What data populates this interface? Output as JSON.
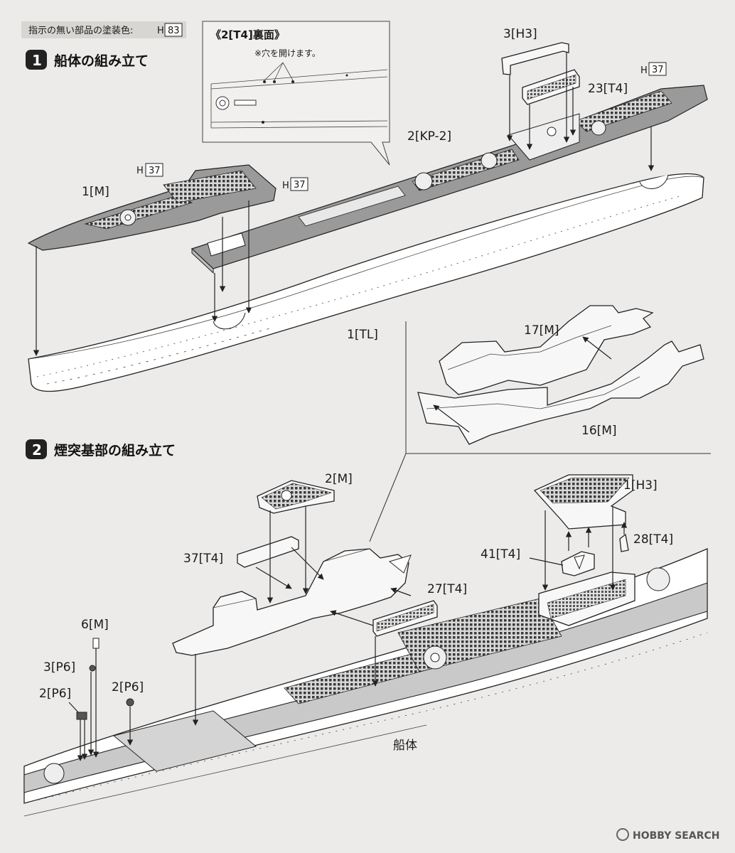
{
  "header": {
    "note_label": "指示の無い部品の塗装色:",
    "note_prefix": "H",
    "note_code": "83"
  },
  "step1": {
    "number": "1",
    "title": "船体の組み立て",
    "inset_title": "《2[T4]裏面》",
    "inset_note": "※穴を開けます。",
    "labels": {
      "h3": "3[H3]",
      "t4_23": "23[T4]",
      "kp2": "2[KP-2]",
      "m1": "1[M]",
      "tl1": "1[TL]",
      "m17": "17[M]",
      "m16": "16[M]"
    },
    "paint_codes": [
      {
        "prefix": "H",
        "code": "37"
      },
      {
        "prefix": "H",
        "code": "37"
      },
      {
        "prefix": "H",
        "code": "37"
      }
    ]
  },
  "step2": {
    "number": "2",
    "title": "煙突基部の組み立て",
    "labels": {
      "m2": "2[M]",
      "h3_1": "1[H3]",
      "t4_37": "37[T4]",
      "t4_41": "41[T4]",
      "t4_28": "28[T4]",
      "t4_27": "27[T4]",
      "m6": "6[M]",
      "p6_3": "3[P6]",
      "p6_2a": "2[P6]",
      "p6_2b": "2[P6]",
      "hull": "船体"
    }
  },
  "watermark": {
    "text": "HOBBY SEARCH"
  }
}
